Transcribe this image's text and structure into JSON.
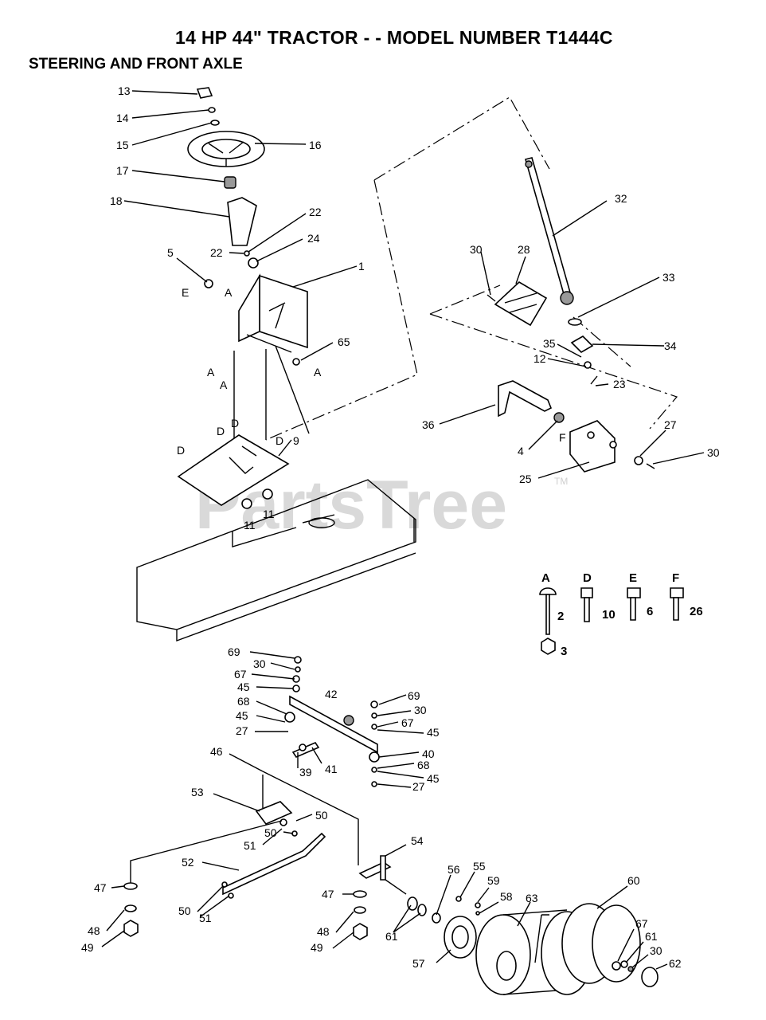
{
  "header": {
    "title": "14 HP 44\" TRACTOR - - MODEL NUMBER T1444C",
    "subtitle": "STEERING AND FRONT AXLE"
  },
  "watermark": {
    "text": "PartsTree",
    "tm": "TM"
  },
  "callouts": {
    "p13": "13",
    "p14": "14",
    "p15": "15",
    "p16": "16",
    "p17": "17",
    "p18": "18",
    "p22a": "22",
    "p22b": "22",
    "p24": "24",
    "p5": "5",
    "pE1": "E",
    "pA1": "A",
    "p1": "1",
    "p65": "65",
    "pA2": "A",
    "pA3": "A",
    "pA4": "A",
    "pD1": "D",
    "pD2": "D",
    "pD3": "D",
    "pD4": "D",
    "p9": "9",
    "p11a": "11",
    "p11b": "11",
    "p32": "32",
    "p30a": "30",
    "p28": "28",
    "p33": "33",
    "p35": "35",
    "p34": "34",
    "p12": "12",
    "p23": "23",
    "p36": "36",
    "p4": "4",
    "pF1": "F",
    "p27a": "27",
    "p30b": "30",
    "p25": "25",
    "p69a": "69",
    "p30c": "30",
    "p67a": "67",
    "p45a": "45",
    "p68a": "68",
    "p42": "42",
    "p45b": "45",
    "p27b": "27",
    "p46": "46",
    "p39": "39",
    "p41": "41",
    "p69b": "69",
    "p30d": "30",
    "p67b": "67",
    "p45c": "45",
    "p40": "40",
    "p68b": "68",
    "p45d": "45",
    "p27c": "27",
    "p53": "53",
    "p50a": "50",
    "p50b": "50",
    "p51a": "51",
    "p52": "52",
    "p54": "54",
    "p47a": "47",
    "p48a": "48",
    "p49a": "49",
    "p50c": "50",
    "p51b": "51",
    "p47b": "47",
    "p48b": "48",
    "p49b": "49",
    "p61a": "61",
    "p56": "56",
    "p55": "55",
    "p59": "59",
    "p58": "58",
    "p63": "63",
    "p60": "60",
    "p57": "57",
    "p67c": "67",
    "p61b": "61",
    "p30e": "30",
    "p62": "62"
  },
  "hardware_key": [
    {
      "letter": "A",
      "part": "2",
      "extra": "3"
    },
    {
      "letter": "D",
      "part": "10"
    },
    {
      "letter": "E",
      "part": "6"
    },
    {
      "letter": "F",
      "part": "26"
    }
  ]
}
